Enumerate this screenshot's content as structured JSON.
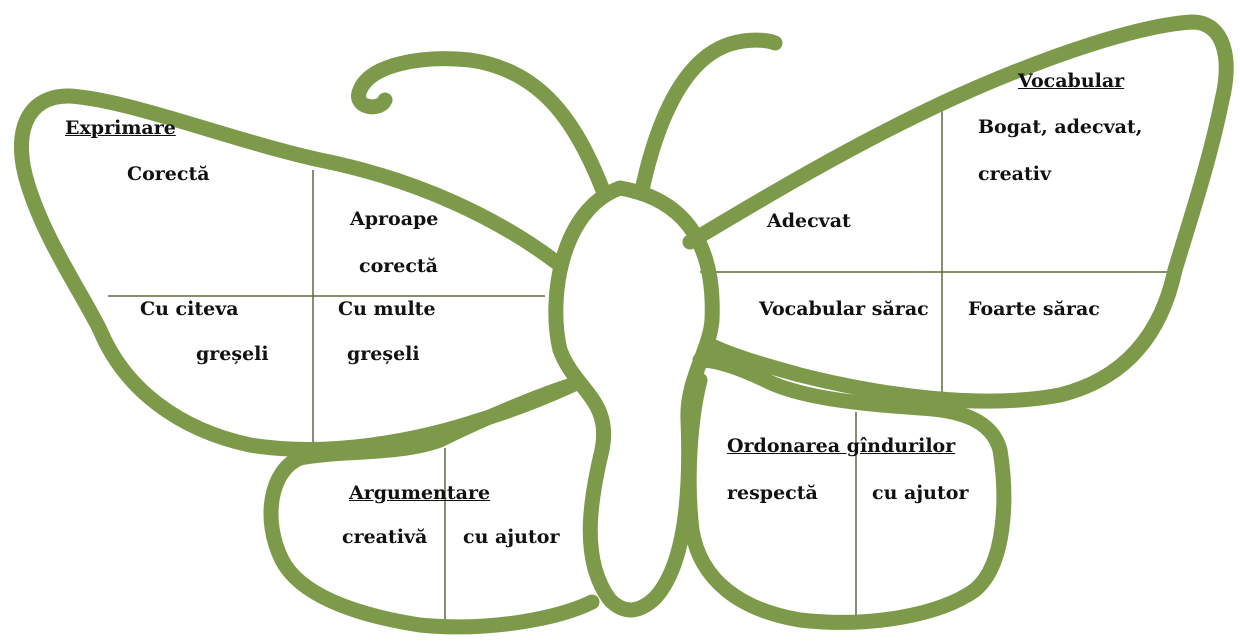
{
  "colors": {
    "outline": "#7d9a4a",
    "divider": "#5a6b3a",
    "text": "#111111"
  },
  "wings": {
    "exprimare": {
      "heading": "Exprimare",
      "items": [
        "Corectă",
        "Aproape",
        "corectă",
        "Cu citeva",
        "greșeli",
        "Cu multe",
        "greșeli"
      ]
    },
    "vocabular": {
      "heading": "Vocabular",
      "items": [
        "Bogat, adecvat,",
        "creativ",
        "Adecvat",
        "Vocabular  sărac",
        "Foarte sărac"
      ]
    },
    "argumentare": {
      "heading": "Argumentare",
      "items": [
        "creativă",
        "cu ajutor"
      ]
    },
    "ordonarea": {
      "heading": "Ordonarea gîndurilor",
      "items": [
        "respectă",
        "cu ajutor"
      ]
    }
  }
}
